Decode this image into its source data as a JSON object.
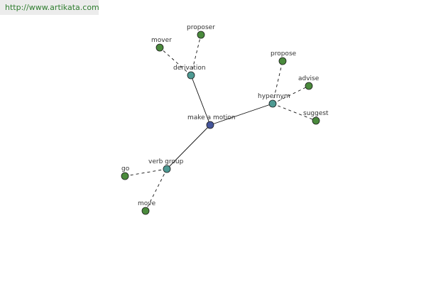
{
  "header": {
    "url": "http://www.artikata.com"
  },
  "colors": {
    "link": "#2e7d2e",
    "label": "#333333",
    "edge": "#111111",
    "center_node": "#44559a",
    "relation_node": "#4e9a93",
    "word_node": "#4a8a3c",
    "node_stroke": "#1a1a1a"
  },
  "graph": {
    "center": {
      "label": "make a motion"
    },
    "relations": [
      {
        "id": "derivation",
        "label": "derivation",
        "words": [
          "mover",
          "proposer"
        ]
      },
      {
        "id": "hypernym",
        "label": "hypernym",
        "words": [
          "propose",
          "advise",
          "suggest"
        ]
      },
      {
        "id": "verb-group",
        "label": "verb group",
        "words": [
          "go",
          "move"
        ]
      }
    ]
  }
}
